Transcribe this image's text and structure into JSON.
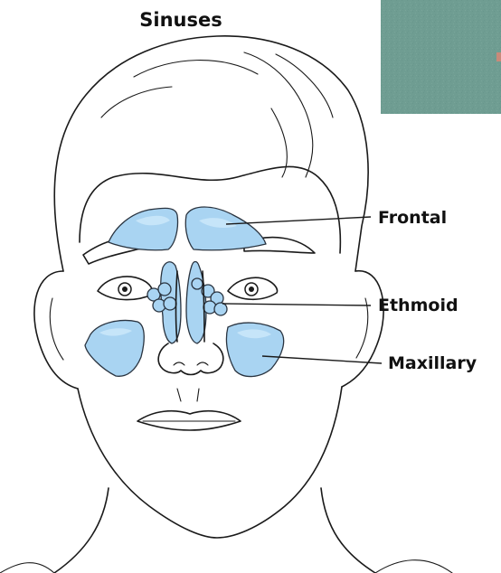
{
  "title": "Sinuses",
  "labels": {
    "frontal": "Frontal",
    "ethmoid": "Ethmoid",
    "maxillary": "Maxillary"
  },
  "colors": {
    "sinus_fill": "#a9d4f2",
    "sinus_highlight": "#cde8fa",
    "outline": "#1a1a1a",
    "background": "#ffffff",
    "inset_photo": "#6f9d92"
  }
}
